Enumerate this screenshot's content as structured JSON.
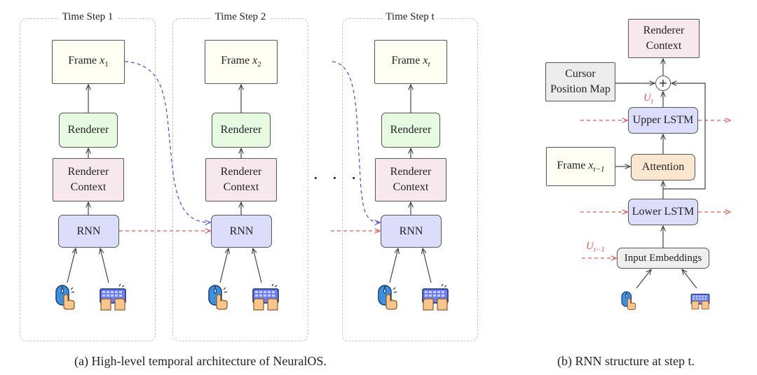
{
  "diagram_a": {
    "steps": [
      {
        "title": "Time Step 1",
        "frame_label": "Frame",
        "frame_var": "x",
        "frame_sub": "1"
      },
      {
        "title": "Time Step 2",
        "frame_label": "Frame",
        "frame_var": "x",
        "frame_sub": "2"
      },
      {
        "title": "Time Step t",
        "frame_label": "Frame",
        "frame_var": "x",
        "frame_sub": "t"
      }
    ],
    "renderer_label": "Renderer",
    "context_label_line1": "Renderer",
    "context_label_line2": "Context",
    "rnn_label": "RNN",
    "ellipsis": "· · ·",
    "caption": "(a) High-level temporal architecture of NeuralOS."
  },
  "diagram_b": {
    "renderer_context_line1": "Renderer",
    "renderer_context_line2": "Context",
    "cursor_map_line1": "Cursor",
    "cursor_map_line2": "Position Map",
    "plus_symbol": "+",
    "u_t_var": "U",
    "u_t_sub": "t",
    "upper_lstm": "Upper LSTM",
    "frame_prev_label": "Frame",
    "frame_prev_var": "x",
    "frame_prev_sub": "t−1",
    "attention": "Attention",
    "lower_lstm": "Lower LSTM",
    "u_prev_var": "U",
    "u_prev_sub": "t−1",
    "input_embeddings": "Input Embeddings",
    "caption": "(b) RNN structure at step t."
  },
  "icons": {
    "mouse": "mouse-click-icon",
    "keyboard": "keyboard-typing-icon"
  },
  "colors": {
    "frame": "#fffef2",
    "renderer": "#e6fbe2",
    "context": "#f7e8ee",
    "rnn": "#dcdcfb",
    "attention": "#fbe6cf",
    "blue_dashed": "#4a4ae6",
    "red_dashed": "#e05a5a"
  }
}
